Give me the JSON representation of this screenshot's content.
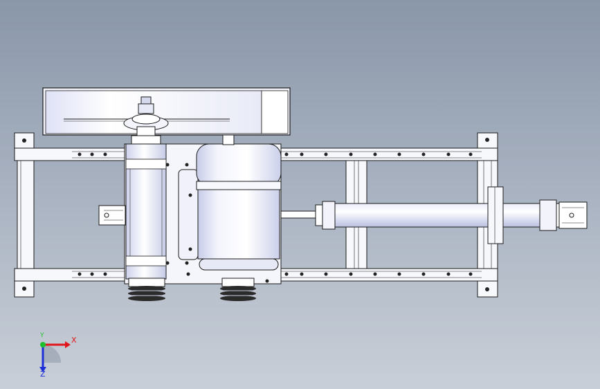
{
  "viewport": {
    "background_top": "#8a97a9",
    "background_bottom": "#c9cfd8",
    "model_description_colors": {
      "edge": "#1a1a1a",
      "face_light": "#ffffff",
      "face_shade": "#c7cce6",
      "bolt": "#222222"
    }
  },
  "triad": {
    "x_label": "X",
    "y_label": "Y",
    "z_label": "Z",
    "x_color": "#e0161b",
    "y_color": "#1fbf2b",
    "z_color": "#1d2fd6"
  }
}
